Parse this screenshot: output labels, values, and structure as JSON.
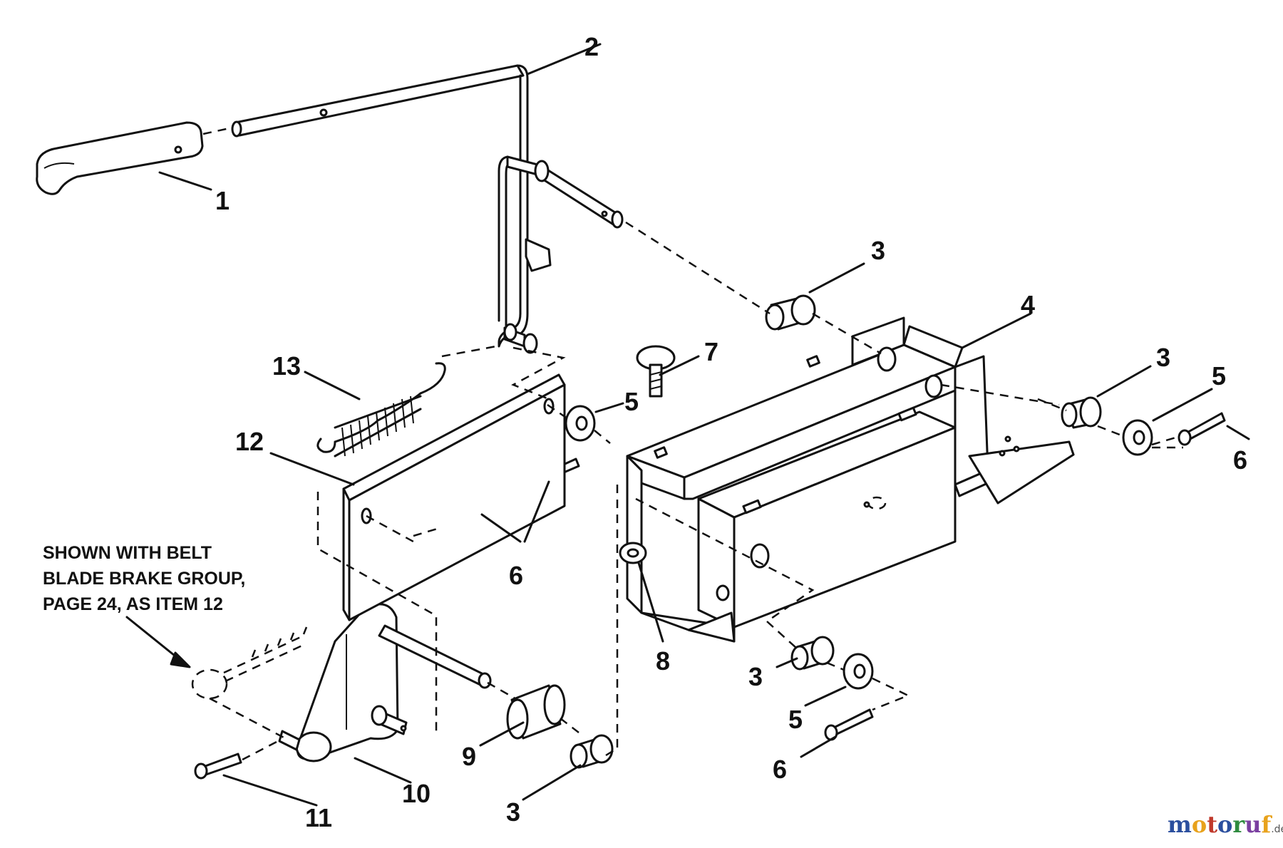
{
  "callouts": [
    {
      "id": "1",
      "text": "1"
    },
    {
      "id": "2",
      "text": "2"
    },
    {
      "id": "3a",
      "text": "3"
    },
    {
      "id": "4",
      "text": "4"
    },
    {
      "id": "3b",
      "text": "3"
    },
    {
      "id": "5a",
      "text": "5"
    },
    {
      "id": "6a",
      "text": "6"
    },
    {
      "id": "7",
      "text": "7"
    },
    {
      "id": "13",
      "text": "13"
    },
    {
      "id": "12",
      "text": "12"
    },
    {
      "id": "5b",
      "text": "5"
    },
    {
      "id": "6b",
      "text": "6"
    },
    {
      "id": "8",
      "text": "8"
    },
    {
      "id": "3c",
      "text": "3"
    },
    {
      "id": "5c",
      "text": "5"
    },
    {
      "id": "6c",
      "text": "6"
    },
    {
      "id": "9",
      "text": "9"
    },
    {
      "id": "3d",
      "text": "3"
    },
    {
      "id": "10",
      "text": "10"
    },
    {
      "id": "11",
      "text": "11"
    }
  ],
  "note": {
    "line1": "SHOWN WITH BELT",
    "line2": "BLADE BRAKE GROUP,",
    "line3": "PAGE 24, AS ITEM 12"
  },
  "watermark": {
    "m": "m",
    "o1": "o",
    "t": "t",
    "o2": "o",
    "r": "r",
    "u": "u",
    "f": "f",
    "suffix": ".de",
    "colors": [
      "#2b4f9e",
      "#e8a21c",
      "#c0392b",
      "#2b4f9e",
      "#2e8b3e",
      "#7a3fa0",
      "#e8a21c"
    ]
  }
}
